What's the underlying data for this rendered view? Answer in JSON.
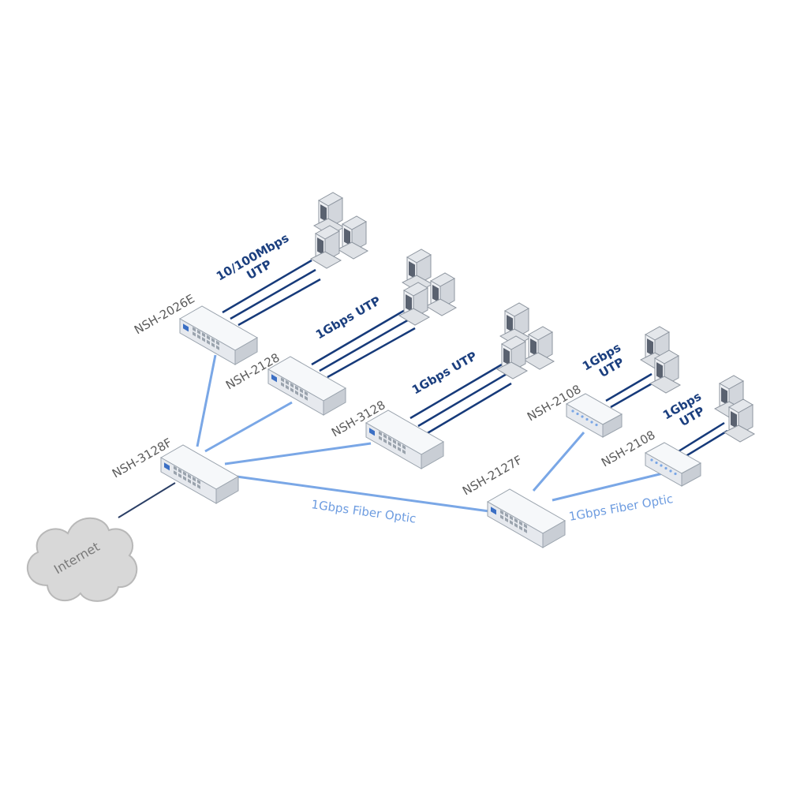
{
  "diagram": {
    "nodes": {
      "internet": {
        "label": "Internet",
        "icon": "cloud-icon"
      },
      "core": {
        "label": "NSH-3128F",
        "icon": "switch-icon"
      },
      "sw_2026e": {
        "label": "NSH-2026E",
        "icon": "switch-icon"
      },
      "sw_2128": {
        "label": "NSH-2128",
        "icon": "switch-icon"
      },
      "sw_3128": {
        "label": "NSH-3128",
        "icon": "switch-icon"
      },
      "sw_2127f": {
        "label": "NSH-2127F",
        "icon": "switch-icon"
      },
      "sw_2108a": {
        "label": "NSH-2108",
        "icon": "switch-icon"
      },
      "sw_2108b": {
        "label": "NSH-2108",
        "icon": "switch-icon"
      }
    },
    "links": {
      "utp_100": {
        "line1": "10/100Mbps",
        "line2": "UTP"
      },
      "utp_1g_a": {
        "text": "1Gbps UTP"
      },
      "utp_1g_b": {
        "text": "1Gbps UTP"
      },
      "utp_1g_c": {
        "line1": "1Gbps",
        "line2": "UTP"
      },
      "utp_1g_d": {
        "line1": "1Gbps",
        "line2": "UTP"
      },
      "fiber_a": {
        "text": "1Gbps Fiber Optic"
      },
      "fiber_b": {
        "text": "1Gbps Fiber Optic"
      }
    },
    "colors": {
      "fiber": "#7aa7e6",
      "utp": "#163a7a",
      "device_face": "#e9ecf0",
      "device_top": "#f6f8fa",
      "device_side": "#cdd2d8",
      "cloud": "#d8d8d8"
    }
  }
}
